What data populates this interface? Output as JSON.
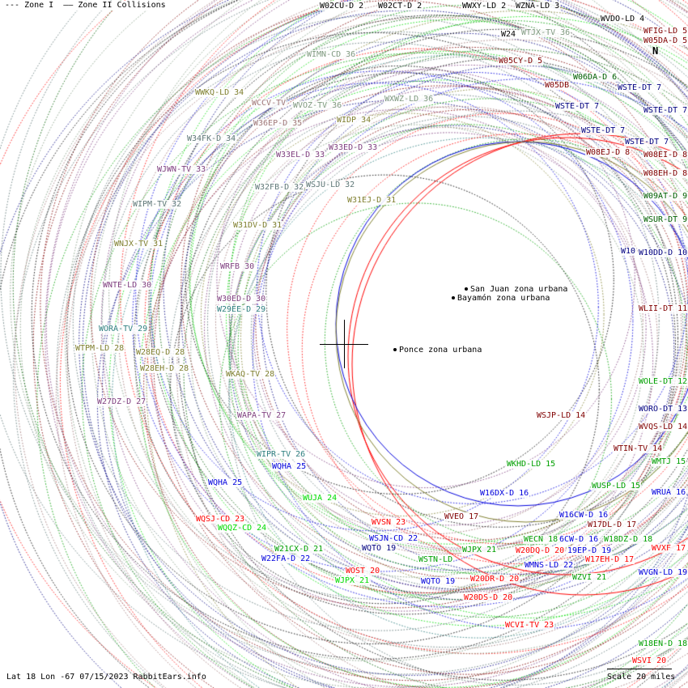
{
  "legend": {
    "zone1": "--- Zone I",
    "zone2": "—— Zone II Collisions"
  },
  "footer": {
    "info": "Lat 18 Lon -67 07/15/2023 RabbitEars.info",
    "scale": "Scale 20 miles"
  },
  "compass": {
    "label": "N",
    "icon": "north-arrow-icon"
  },
  "cities": [
    "San Juan zona urbana",
    "Bayamón zona urbana",
    "Ponce zona urbana"
  ],
  "colors": {
    "black": "#000000",
    "darkred": "#800000",
    "red": "#ff0000",
    "navy": "#000080",
    "blue": "#0000dd",
    "green": "#00a000",
    "lime": "#00dd00",
    "darkgreen": "#006000",
    "olive": "#808030",
    "sage": "#809a80",
    "purple": "#804080",
    "teal": "#308080",
    "mauve": "#a07878",
    "slate": "#607878"
  },
  "stations": [
    {
      "text": "W02CU-D 2",
      "color": "black"
    },
    {
      "text": "W02CT-D 2",
      "color": "black"
    },
    {
      "text": "WWXY-LD 2",
      "color": "black"
    },
    {
      "text": "WZNA-LD 3",
      "color": "black"
    },
    {
      "text": "WVDO-LD 4",
      "color": "black"
    },
    {
      "text": "WFIG-LD 5",
      "color": "darkred"
    },
    {
      "text": "W05DA-D 5",
      "color": "darkred"
    },
    {
      "text": "W24",
      "color": "black"
    },
    {
      "text": "WTJX-TV 36",
      "color": "sage"
    },
    {
      "text": "WIMN-CD 36",
      "color": "sage"
    },
    {
      "text": "W05CY-D 5",
      "color": "darkred"
    },
    {
      "text": "W05DB",
      "color": "darkred"
    },
    {
      "text": "W06DA-D 6",
      "color": "darkgreen"
    },
    {
      "text": "WSTE-DT 7",
      "color": "navy"
    },
    {
      "text": "WSTE-DT 7",
      "color": "navy"
    },
    {
      "text": "WSTE-DT 7",
      "color": "navy"
    },
    {
      "text": "WSTE-DT 7",
      "color": "navy"
    },
    {
      "text": "WSTE-DT 7",
      "color": "navy"
    },
    {
      "text": "WWKQ-LD 34",
      "color": "olive"
    },
    {
      "text": "WCCV-TV",
      "color": "mauve"
    },
    {
      "text": "WVOZ-TV 36",
      "color": "sage"
    },
    {
      "text": "WXWZ-LD 36",
      "color": "sage"
    },
    {
      "text": "WIDP 34",
      "color": "olive"
    },
    {
      "text": "W36EP-D 35",
      "color": "mauve"
    },
    {
      "text": "W34FK-D 34",
      "color": "slate"
    },
    {
      "text": "W33EL-D 33",
      "color": "purple"
    },
    {
      "text": "W33ED-D 33",
      "color": "purple"
    },
    {
      "text": "W08EJ-D 8",
      "color": "darkred"
    },
    {
      "text": "W08EI-D 8",
      "color": "darkred"
    },
    {
      "text": "W08EH-D 8",
      "color": "darkred"
    },
    {
      "text": "WJWN-TV 33",
      "color": "purple"
    },
    {
      "text": "W32FB-D 32",
      "color": "slate"
    },
    {
      "text": "WSJU-LD 32",
      "color": "slate"
    },
    {
      "text": "W31EJ-D 31",
      "color": "olive"
    },
    {
      "text": "W09AT-D 9",
      "color": "darkgreen"
    },
    {
      "text": "WIPM-TV 32",
      "color": "slate"
    },
    {
      "text": "WSUR-DT 9",
      "color": "darkgreen"
    },
    {
      "text": "W31DV-D 31",
      "color": "olive"
    },
    {
      "text": "WNJX-TV 31",
      "color": "olive"
    },
    {
      "text": "W10",
      "color": "navy"
    },
    {
      "text": "W10DD-D 10",
      "color": "navy"
    },
    {
      "text": "WRFB 30",
      "color": "purple"
    },
    {
      "text": "WNTE-LD 30",
      "color": "purple"
    },
    {
      "text": "W30ED-D 30",
      "color": "purple"
    },
    {
      "text": "W29EE-D 29",
      "color": "teal"
    },
    {
      "text": "WLII-DT 11",
      "color": "darkred"
    },
    {
      "text": "WORA-TV 29",
      "color": "teal"
    },
    {
      "text": "WTPM-LD 28",
      "color": "olive"
    },
    {
      "text": "W28EQ-D 28",
      "color": "olive"
    },
    {
      "text": "W28EH-D 28",
      "color": "olive"
    },
    {
      "text": "WKAQ-TV 28",
      "color": "olive"
    },
    {
      "text": "WOLE-DT 12",
      "color": "green"
    },
    {
      "text": "W27DZ-D 27",
      "color": "purple"
    },
    {
      "text": "WORO-DT 13",
      "color": "navy"
    },
    {
      "text": "WAPA-TV 27",
      "color": "purple"
    },
    {
      "text": "WSJP-LD 14",
      "color": "darkred"
    },
    {
      "text": "WVQS-LD 14",
      "color": "darkred"
    },
    {
      "text": "WIPR-TV 26",
      "color": "teal"
    },
    {
      "text": "WTIN-TV 14",
      "color": "darkred"
    },
    {
      "text": "WQHA 25",
      "color": "blue"
    },
    {
      "text": "WKHD-LD 15",
      "color": "green"
    },
    {
      "text": "WMTJ 15",
      "color": "green"
    },
    {
      "text": "WQHA 25",
      "color": "blue"
    },
    {
      "text": "WUSP-LD 15",
      "color": "green"
    },
    {
      "text": "W16DX-D 16",
      "color": "blue"
    },
    {
      "text": "WRUA 16",
      "color": "blue"
    },
    {
      "text": "WUJA 24",
      "color": "lime"
    },
    {
      "text": "WQSJ-CD 23",
      "color": "red"
    },
    {
      "text": "WVSN 23",
      "color": "red"
    },
    {
      "text": "WVEO 17",
      "color": "darkred"
    },
    {
      "text": "W16CW-D 16",
      "color": "blue"
    },
    {
      "text": "W17DL-D 17",
      "color": "darkred"
    },
    {
      "text": "WQQZ-CD 24",
      "color": "lime"
    },
    {
      "text": "WSJN-CD 22",
      "color": "blue"
    },
    {
      "text": "WECN 18",
      "color": "green"
    },
    {
      "text": "6CW-D 16",
      "color": "blue"
    },
    {
      "text": "W18DZ-D 18",
      "color": "green"
    },
    {
      "text": "WVXF 17",
      "color": "red"
    },
    {
      "text": "WQTO 19",
      "color": "navy"
    },
    {
      "text": "W21CX-D 21",
      "color": "green"
    },
    {
      "text": "WJPX 21",
      "color": "green"
    },
    {
      "text": "W20DQ-D 20",
      "color": "red"
    },
    {
      "text": "19EP-D 19",
      "color": "blue"
    },
    {
      "text": "W17EH-D 17",
      "color": "red"
    },
    {
      "text": "W22FA-D 22",
      "color": "blue"
    },
    {
      "text": "WSTN-LD",
      "color": "green"
    },
    {
      "text": "WMNS-LD 22",
      "color": "blue"
    },
    {
      "text": "WZVI 21",
      "color": "green"
    },
    {
      "text": "WVGN-LD 19",
      "color": "blue"
    },
    {
      "text": "WOST 20",
      "color": "red"
    },
    {
      "text": "WJPX 21",
      "color": "lime"
    },
    {
      "text": "WQTO 19",
      "color": "blue"
    },
    {
      "text": "W20DR-D 20",
      "color": "red"
    },
    {
      "text": "W20DS-D 20",
      "color": "red"
    },
    {
      "text": "WCVI-TV 23",
      "color": "red"
    },
    {
      "text": "W18EN-D 18",
      "color": "green"
    },
    {
      "text": "WSVI 20",
      "color": "red"
    }
  ]
}
